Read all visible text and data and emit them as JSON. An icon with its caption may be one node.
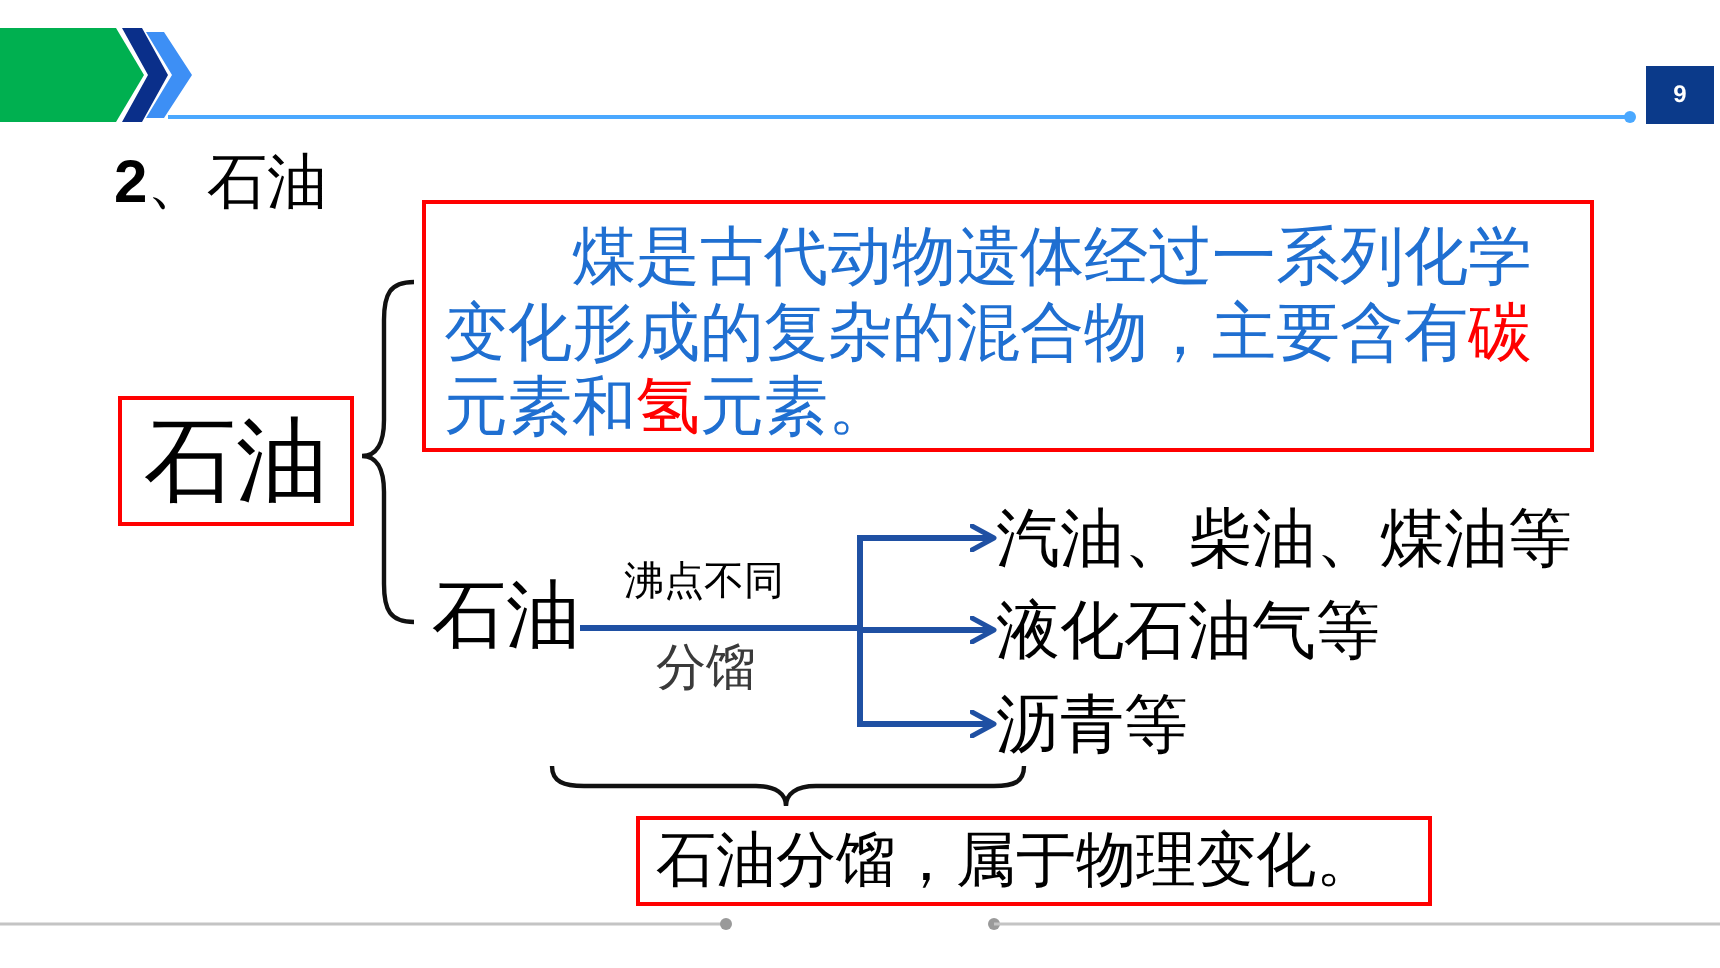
{
  "diagram": {
    "title": "**2**、石油",
    "nodes": [
      {
        "text": [
          "石油"
        ]
      },
      {
        "text": [
          "煤是古代动物遗体经过一系列化学变化形成的复杂的混合物，主要含有**碳**元素和**氢**元素。"
        ]
      },
      {
        "text": [
          "石油"
        ]
      },
      {
        "text": [
          "汽油、柴油、煤油等"
        ]
      },
      {
        "text": [
          "液化石油气等"
        ]
      },
      {
        "text": [
          "沥青等"
        ]
      },
      {
        "text": [
          "石油分馏，属于物理变化。"
        ]
      }
    ],
    "edges": [
      {
        "from": 2,
        "to": 3,
        "arrow": "to",
        "label": "沸点不同"
      },
      {
        "from": 2,
        "to": 4,
        "arrow": "to"
      },
      {
        "from": 2,
        "to": 5,
        "arrow": "to",
        "label": "分馏"
      }
    ],
    "labels": [
      "9"
    ]
  }
}
